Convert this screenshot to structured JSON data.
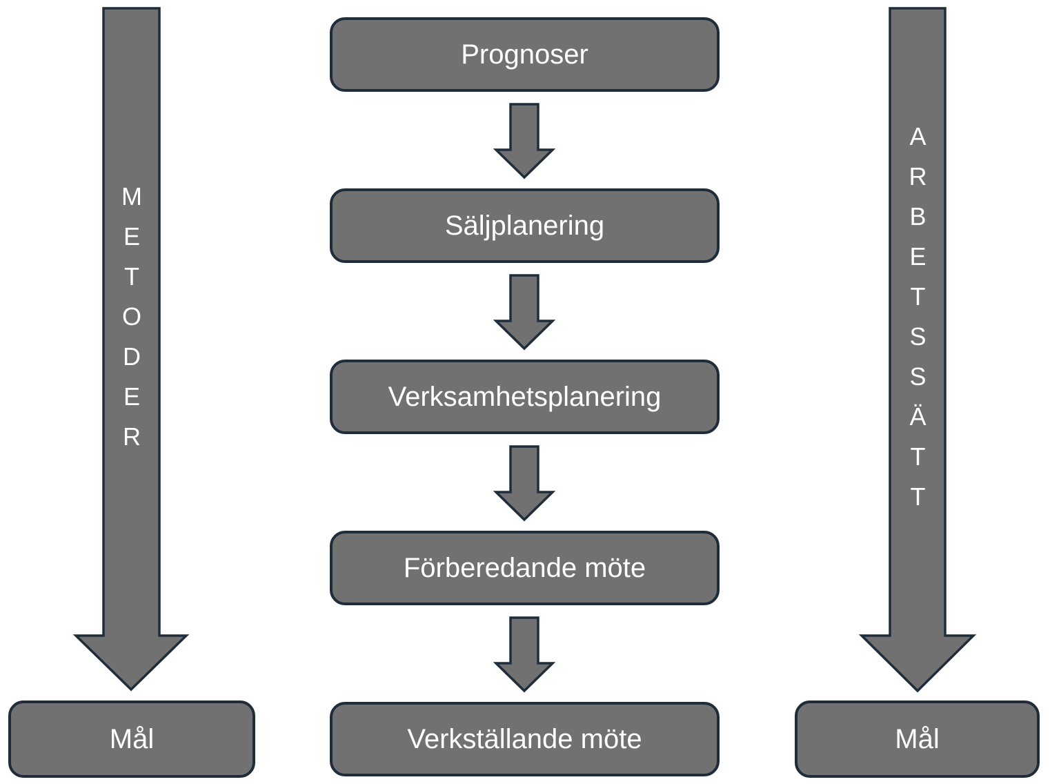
{
  "diagram": {
    "background_color": "#ffffff",
    "shape_fill_color": "#717171",
    "shape_border_color": "#1f2d3b",
    "text_color": "#ffffff",
    "left_arrow": {
      "label": "METODER",
      "goal_label": "Mål"
    },
    "right_arrow": {
      "label": "ARBETSSÄTT",
      "goal_label": "Mål"
    },
    "process_steps": [
      {
        "label": "Prognoser"
      },
      {
        "label": "Säljplanering"
      },
      {
        "label": "Verksamhetsplanering"
      },
      {
        "label": "Förberedande möte"
      },
      {
        "label": "Verkställande möte"
      }
    ]
  }
}
